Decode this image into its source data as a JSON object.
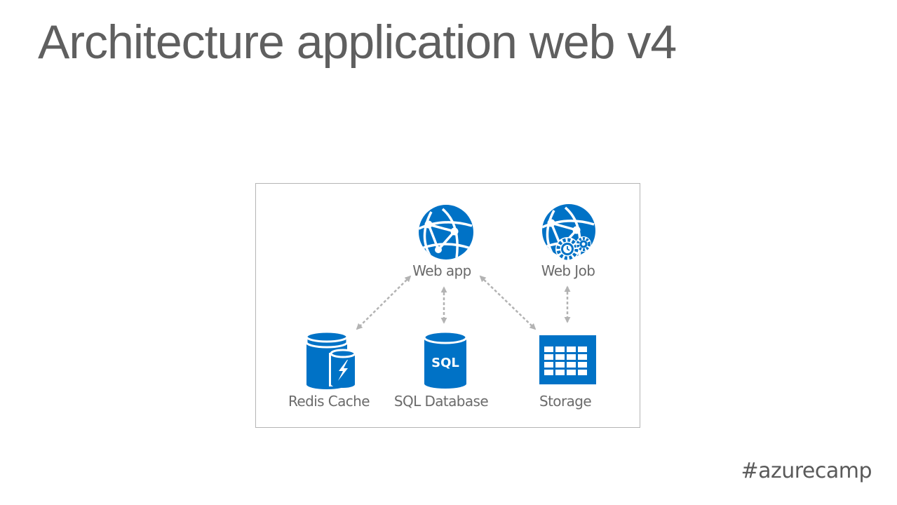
{
  "slide": {
    "title": "Architecture application web v4",
    "hashtag": "#azurecamp"
  },
  "diagram": {
    "accent_color": "#0072c6",
    "connector_color": "#b3b3b3",
    "nodes": [
      {
        "id": "web-app",
        "label": "Web app",
        "icon": "web-app-globe-icon"
      },
      {
        "id": "web-job",
        "label": "Web Job",
        "icon": "web-job-globe-gear-icon"
      },
      {
        "id": "redis-cache",
        "label": "Redis Cache",
        "icon": "redis-cache-cylinders-icon"
      },
      {
        "id": "sql-database",
        "label": "SQL Database",
        "icon": "sql-database-cylinder-icon",
        "badge": "SQL"
      },
      {
        "id": "storage",
        "label": "Storage",
        "icon": "storage-table-icon"
      }
    ],
    "edges": [
      {
        "from": "web-app",
        "to": "redis-cache",
        "bidirectional": true
      },
      {
        "from": "web-app",
        "to": "sql-database",
        "bidirectional": true
      },
      {
        "from": "web-app",
        "to": "storage",
        "bidirectional": true
      },
      {
        "from": "web-job",
        "to": "storage",
        "bidirectional": true
      }
    ]
  }
}
